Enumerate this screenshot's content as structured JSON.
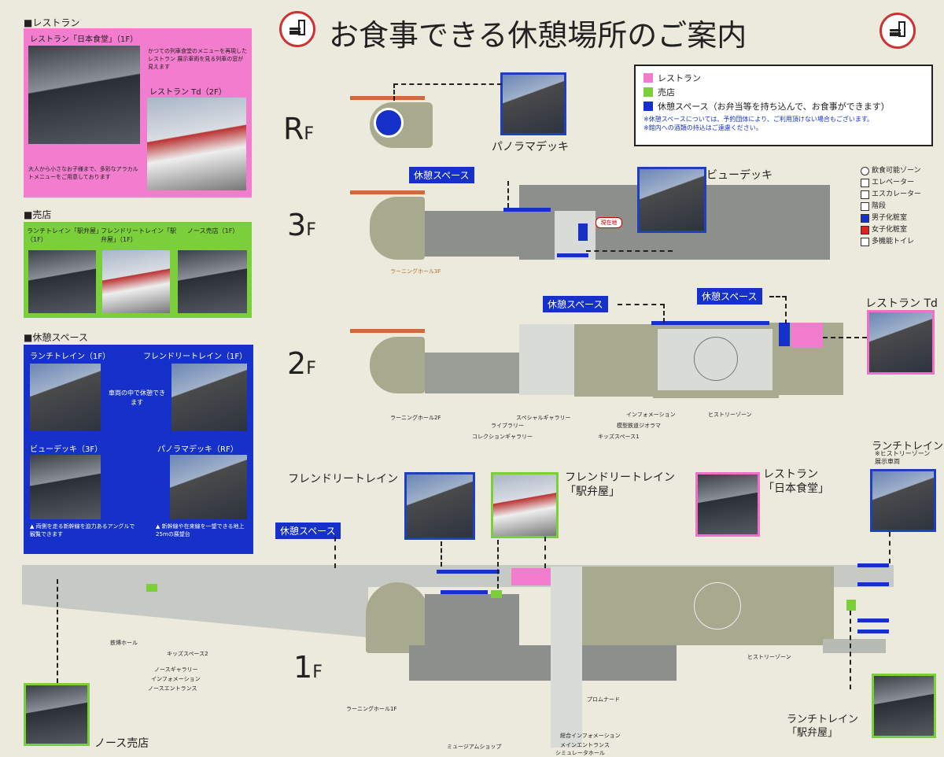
{
  "title": "お食事できる休憩場所のご案内",
  "legend": {
    "restaurant": "レストラン",
    "shop": "売店",
    "rest_space": "休憩スペース（お弁当等を持ち込んで、お食事ができます）",
    "note1": "※休憩スペースについては、予約団体により、ご利用頂けない場合もございます。",
    "note2": "※館内への酒類の持込はご遠慮ください。"
  },
  "icon_legend": [
    "飲食可能ゾーン",
    "エレベーター",
    "エスカレーター",
    "階段",
    "男子化粧室",
    "女子化粧室",
    "多機能トイレ"
  ],
  "left": {
    "restaurant": {
      "header": "■レストラン",
      "item1": "レストラン「日本食堂」（1F）",
      "item1_desc": "かつての列車食堂のメニューを再現したレストラン 展示車両を見る列車の窓が見えます",
      "item2": "レストラン Td（2F）",
      "item2_desc": "大人から小さなお子様まで、多彩なアラカルトメニューをご用意しております"
    },
    "shop": {
      "header": "■売店",
      "items": [
        "ランチトレイン「駅弁屋」（1F）",
        "フレンドリートレイン「駅弁屋」（1F）",
        "ノース売店（1F）"
      ]
    },
    "rest": {
      "header": "■休憩スペース",
      "item1": "ランチトレイン（1F）",
      "item2": "フレンドリートレイン（1F）",
      "mid_note": "車両の中で休憩できます",
      "item3": "ビューデッキ（3F）",
      "item4": "パノラマデッキ（RF）",
      "note3": "▲ 両側を走る新幹線を迫力あるアングルで観覧できます",
      "note4": "▲ 新幹線や在来線を一望できる地上25mの展望台"
    }
  },
  "floors": {
    "rf": {
      "main": "R",
      "sub": "F"
    },
    "f3": {
      "main": "3",
      "sub": "F"
    },
    "f2": {
      "main": "2",
      "sub": "F"
    },
    "f1": {
      "main": "1",
      "sub": "F"
    }
  },
  "labels": {
    "panorama_deck": "パノラマデッキ",
    "view_deck": "ビューデッキ",
    "rest_space": "休憩スペース",
    "restaurant_td": "レストラン Td",
    "friendly_train": "フレンドリートレイン",
    "friendly_ekiben": "フレンドリートレイン\n「駅弁屋」",
    "restaurant_nihon": "レストラン\n「日本食堂」",
    "lunch_train": "ランチトレイン",
    "lunch_note": "※ヒストリーゾーン\n展示車両",
    "lunch_ekiben": "ランチトレイン\n「駅弁屋」",
    "north_shop": "ノース売店",
    "here": "現在地",
    "learning3": "ラーニングホール3F",
    "learning2": "ラーニングホール2F",
    "learning1": "ラーニングホール1F",
    "library": "ライブラリー",
    "collection": "コレクションギャラリー",
    "special": "スペシャルギャラリー",
    "information": "インフォメーション",
    "diorama": "模型鉄道ジオラマ",
    "kids1": "キッズスペース1",
    "history2": "ヒストリーゾーン",
    "history1": "ヒストリーゾーン",
    "exhibit_hall": "鉄博ホール",
    "kids2": "キッズスペース2",
    "north_gallery": "ノースギャラリー",
    "north_info": "インフォメーション",
    "north_entrance": "ノースエントランス",
    "promenade": "プロムナード",
    "museum_shop": "ミュージアムショップ",
    "general_info": "総合インフォメーション",
    "main_entrance": "メインエントランス",
    "simulator": "シミュレータホール"
  },
  "colors": {
    "restaurant": "#f27ccd",
    "shop": "#7bcf3a",
    "rest": "#1531c9"
  }
}
